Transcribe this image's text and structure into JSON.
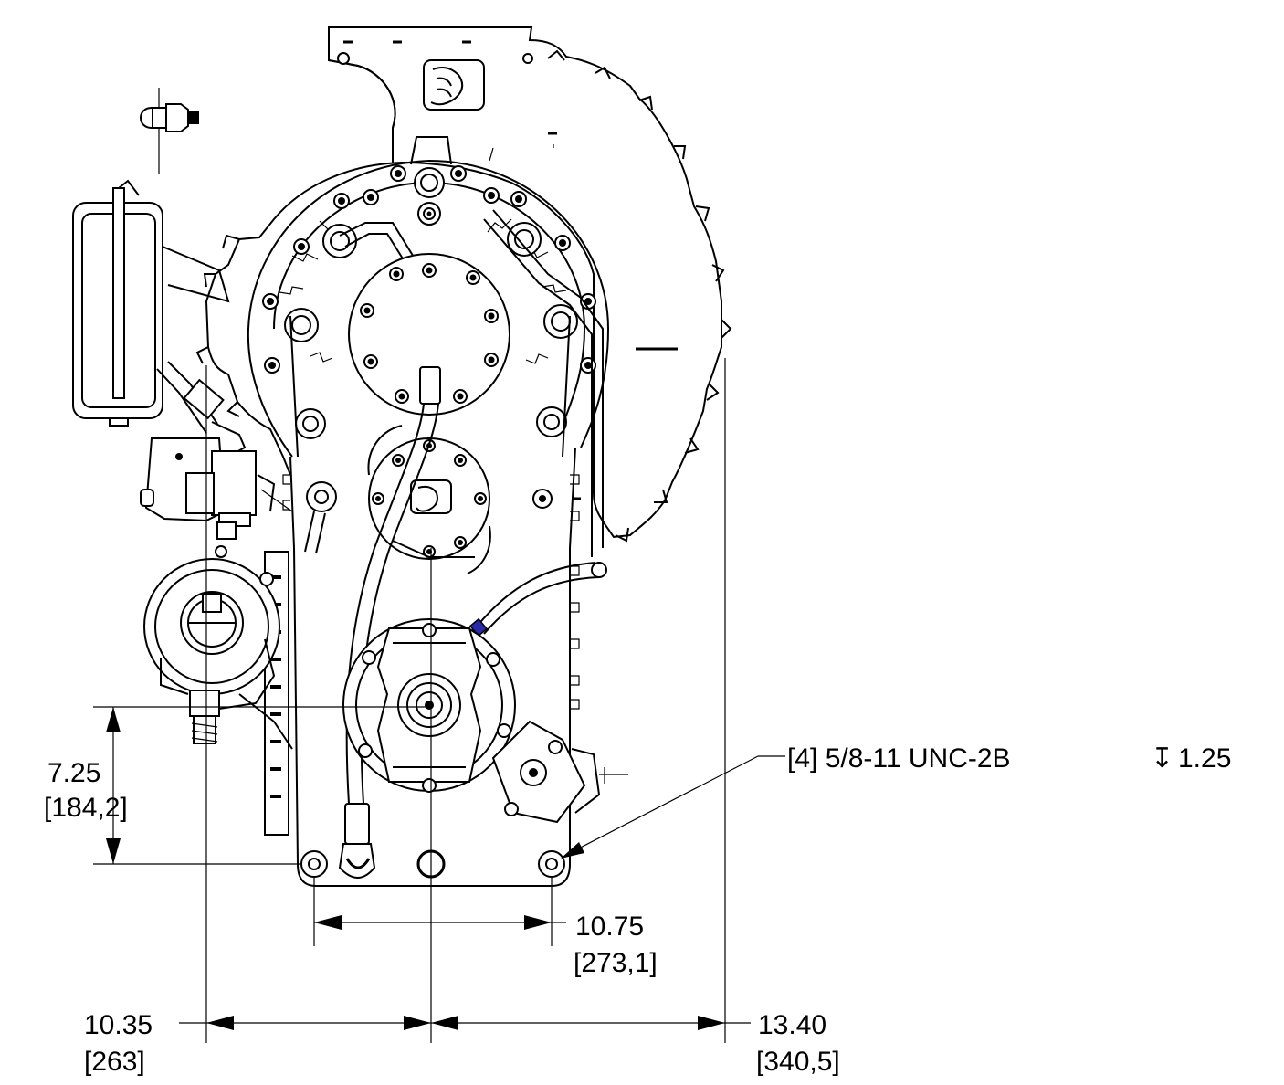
{
  "dimensions": {
    "vertical_height": {
      "imperial": "7.25",
      "metric": "[184,2]"
    },
    "bolt_spacing": {
      "imperial": "10.75",
      "metric": "[273,1]"
    },
    "left_offset": {
      "imperial": "10.35",
      "metric": "[263]"
    },
    "right_offset": {
      "imperial": "13.40",
      "metric": "[340,5]"
    }
  },
  "callout": {
    "thread_spec": "[4] 5/8-11 UNC-2B",
    "depth_symbol": "↧",
    "depth_value": "1.25"
  },
  "colors": {
    "line": "#000000",
    "background": "#ffffff",
    "fitting_accent": "#2a2aa8"
  }
}
